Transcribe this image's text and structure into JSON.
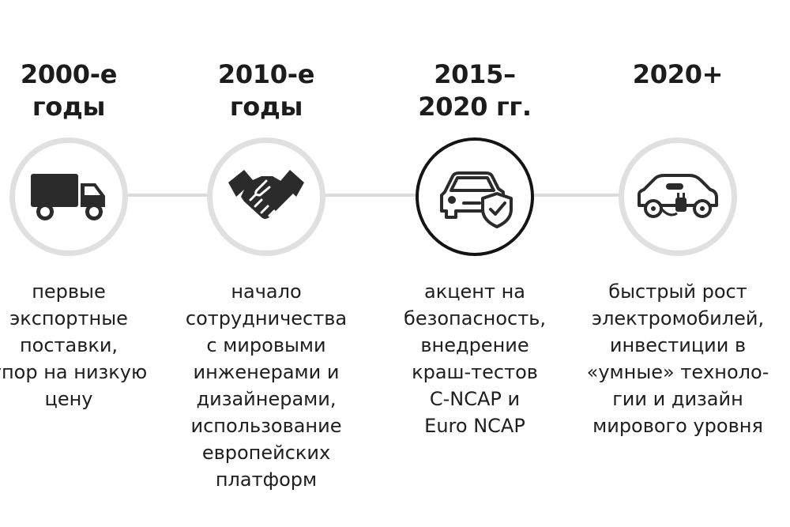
{
  "timeline": {
    "stages": [
      {
        "title": "2000-е\nгоды",
        "icon": "truck-icon",
        "description": "первые\nэкспортные\nпоставки,\nупор на низкую\nцену",
        "highlighted": false
      },
      {
        "title": "2010-е\nгоды",
        "icon": "handshake-icon",
        "description": "начало\nсотрудничества\nс мировыми\nинженерами и\nдизайнерами,\nиспользование\nевропейских\nплатформ",
        "highlighted": false
      },
      {
        "title": "2015–\n2020 гг.",
        "icon": "car-shield-icon",
        "description": "акцент на\nбезопасность,\nвнедрение\nкраш-тестов\nC-NCAP и\nEuro NCAP",
        "highlighted": true
      },
      {
        "title": "2020+",
        "icon": "electric-car-icon",
        "description": "быстрый рост\nэлектромобилей,\nинвестиции в\n«умные» техноло-\nгии и дизайн\nмирового уровня",
        "highlighted": false
      }
    ]
  },
  "colors": {
    "text": "#1c1c1c",
    "ring": "#e0e0e0",
    "ring_active": "#141414",
    "connector": "#dcdcdc",
    "icon": "#2b2b2b"
  }
}
